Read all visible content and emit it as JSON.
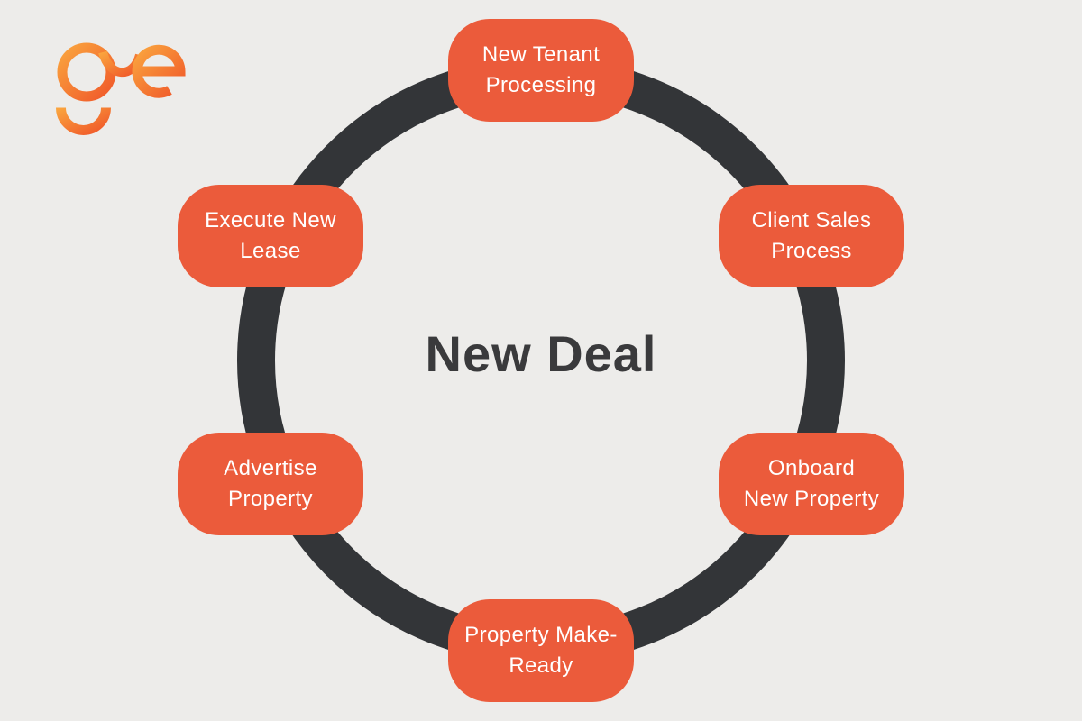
{
  "page": {
    "background_color": "#edecea"
  },
  "logo": {
    "name": "ge-glasses-logo",
    "gradient_start": "#faa43e",
    "gradient_end": "#f0592a"
  },
  "diagram": {
    "center_title": "New Deal",
    "title_color": "#3a3a3c",
    "ring_color": "#333538",
    "node_color": "#eb5b3b",
    "node_text_color": "#ffffff",
    "nodes": [
      {
        "id": "new-tenant-processing",
        "position": "top",
        "label": "New Tenant\nProcessing"
      },
      {
        "id": "client-sales-process",
        "position": "top-right",
        "label": "Client Sales\nProcess"
      },
      {
        "id": "onboard-new-property",
        "position": "bottom-right",
        "label": "Onboard\nNew Property"
      },
      {
        "id": "property-make-ready",
        "position": "bottom",
        "label": "Property Make-\nReady"
      },
      {
        "id": "advertise-property",
        "position": "bottom-left",
        "label": "Advertise\nProperty"
      },
      {
        "id": "execute-new-lease",
        "position": "top-left",
        "label": "Execute New\nLease"
      }
    ]
  }
}
